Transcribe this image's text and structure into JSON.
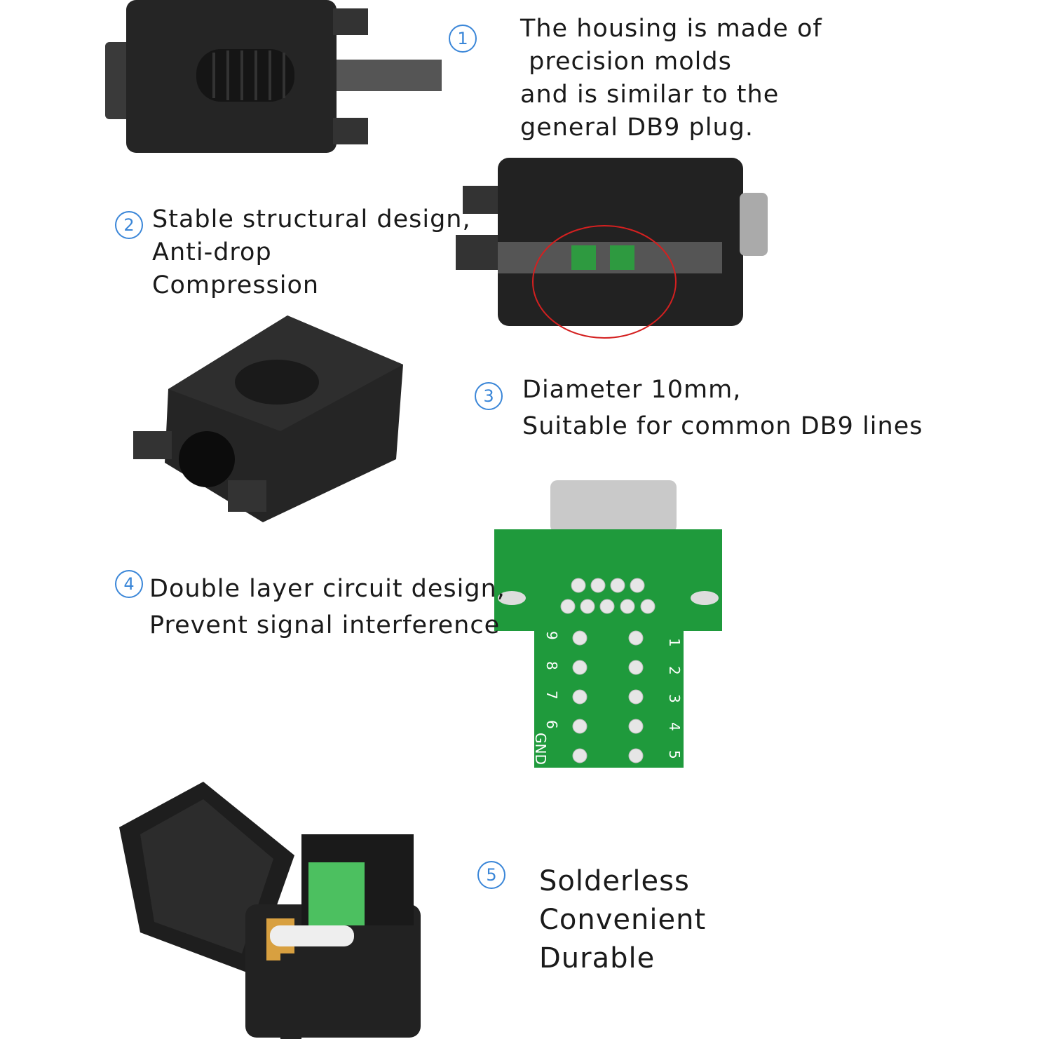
{
  "features": [
    {
      "number": "1",
      "lines": [
        "The housing is made of",
        " precision molds",
        "and is similar to the",
        "general DB9 plug."
      ]
    },
    {
      "number": "2",
      "lines": [
        "Stable structural design,",
        "Anti-drop",
        "Compression"
      ]
    },
    {
      "number": "3",
      "lines": [
        "Diameter 10mm,",
        "Suitable for common DB9 lines"
      ]
    },
    {
      "number": "4",
      "lines": [
        "Double layer circuit design,",
        "Prevent signal interference"
      ]
    },
    {
      "number": "5",
      "lines": [
        "Solderless",
        "Convenient",
        "Durable"
      ]
    }
  ],
  "pcb": {
    "right_labels": [
      "1",
      "2",
      "3",
      "4",
      "5"
    ],
    "left_labels": [
      "9",
      "8",
      "7",
      "6",
      "GND"
    ]
  },
  "colors": {
    "accent_number": "#3a86d8",
    "pcb_green": "#1f9a3c",
    "housing": "#222222",
    "highlight_circle": "#d42020"
  }
}
